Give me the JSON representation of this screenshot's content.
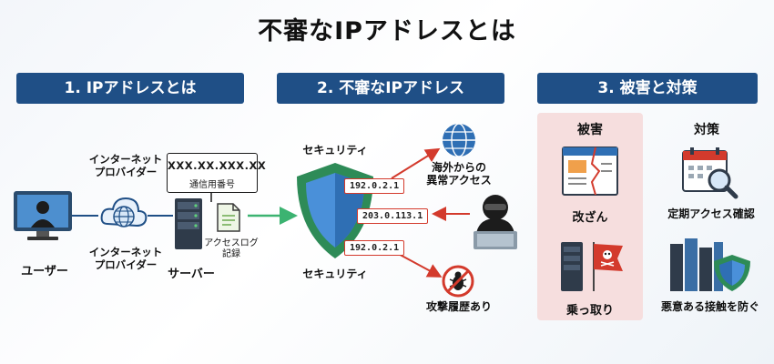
{
  "title": "不審なIPアドレスとは",
  "sections": {
    "s1": "1. IPアドレスとは",
    "s2": "2. 不審なIPアドレス",
    "s3": "3. 被害と対策"
  },
  "left": {
    "user_label": "ユーザー",
    "provider_top": "インターネット\nプロバイダー",
    "provider_bottom": "インターネット\nプロバイダー",
    "ip_value": "XXX.XX.XXX.XX",
    "ip_caption": "通信用番号",
    "server_label": "サーバー",
    "access_log": "アクセスログ\n記録"
  },
  "middle": {
    "security_top": "セキュリティ",
    "security_bottom": "セキュリティ",
    "ips": [
      "192.0.2.1",
      "203.0.113.1",
      "192.0.2.1"
    ],
    "overseas": "海外からの\n異常アクセス",
    "attack_history": "攻撃履歴あり"
  },
  "right": {
    "damage_header": "被害",
    "measure_header": "対策",
    "tamper": "改ざん",
    "hijack": "乗っ取り",
    "periodic": "定期アクセス確認",
    "block": "悪意ある接触を防ぐ"
  },
  "colors": {
    "banner": "#1f4f86",
    "shield_green": "#2e8b57",
    "arrow_red": "#d33a2c",
    "arrow_green": "#3cb371",
    "damage_panel": "#f6dede"
  }
}
